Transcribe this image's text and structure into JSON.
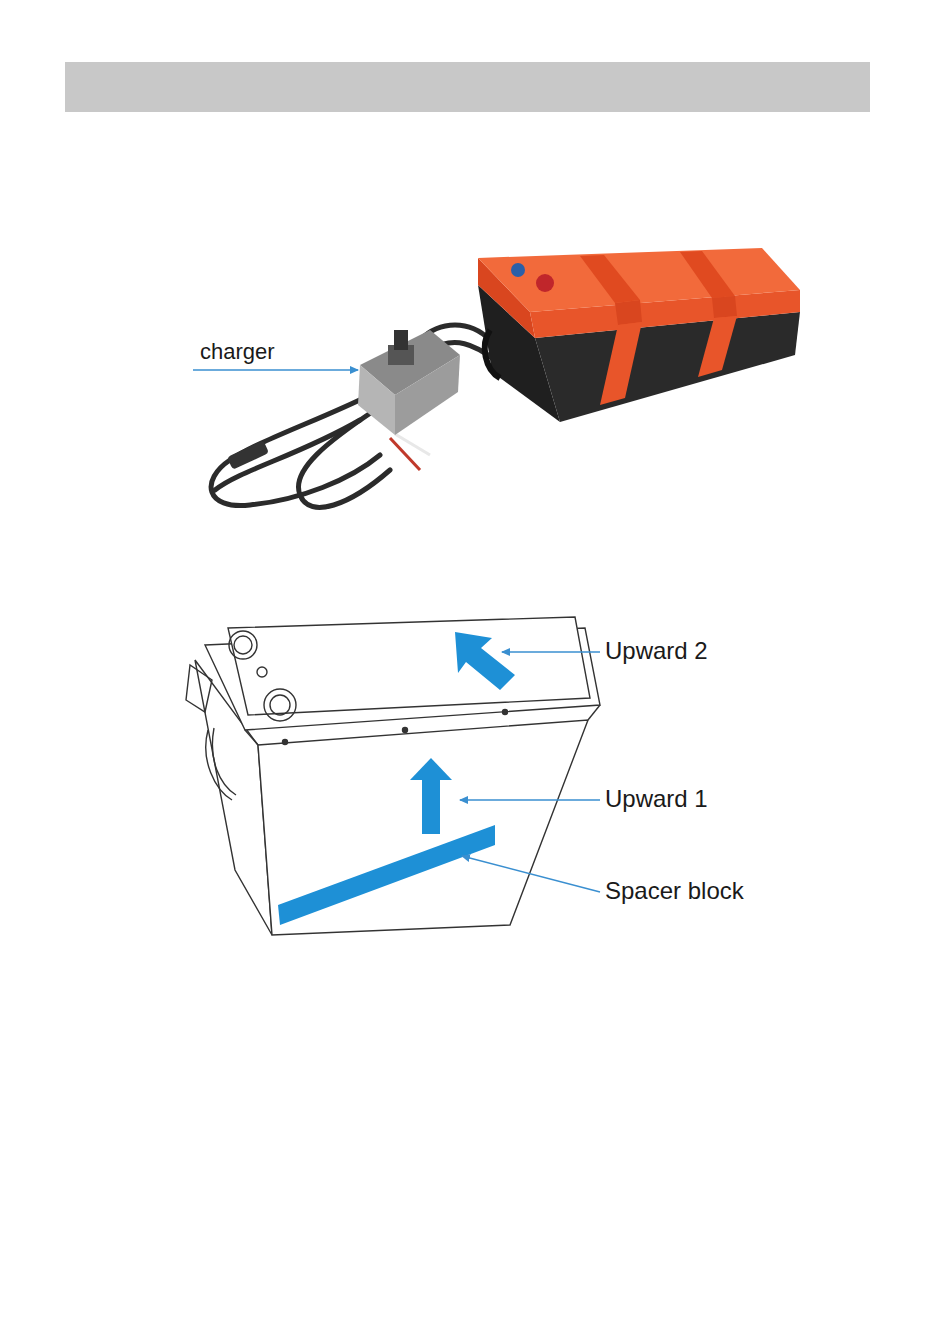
{
  "diagram": {
    "labels": [
      "charger",
      "Upward 2",
      "Upward 1",
      "Spacer block"
    ]
  }
}
